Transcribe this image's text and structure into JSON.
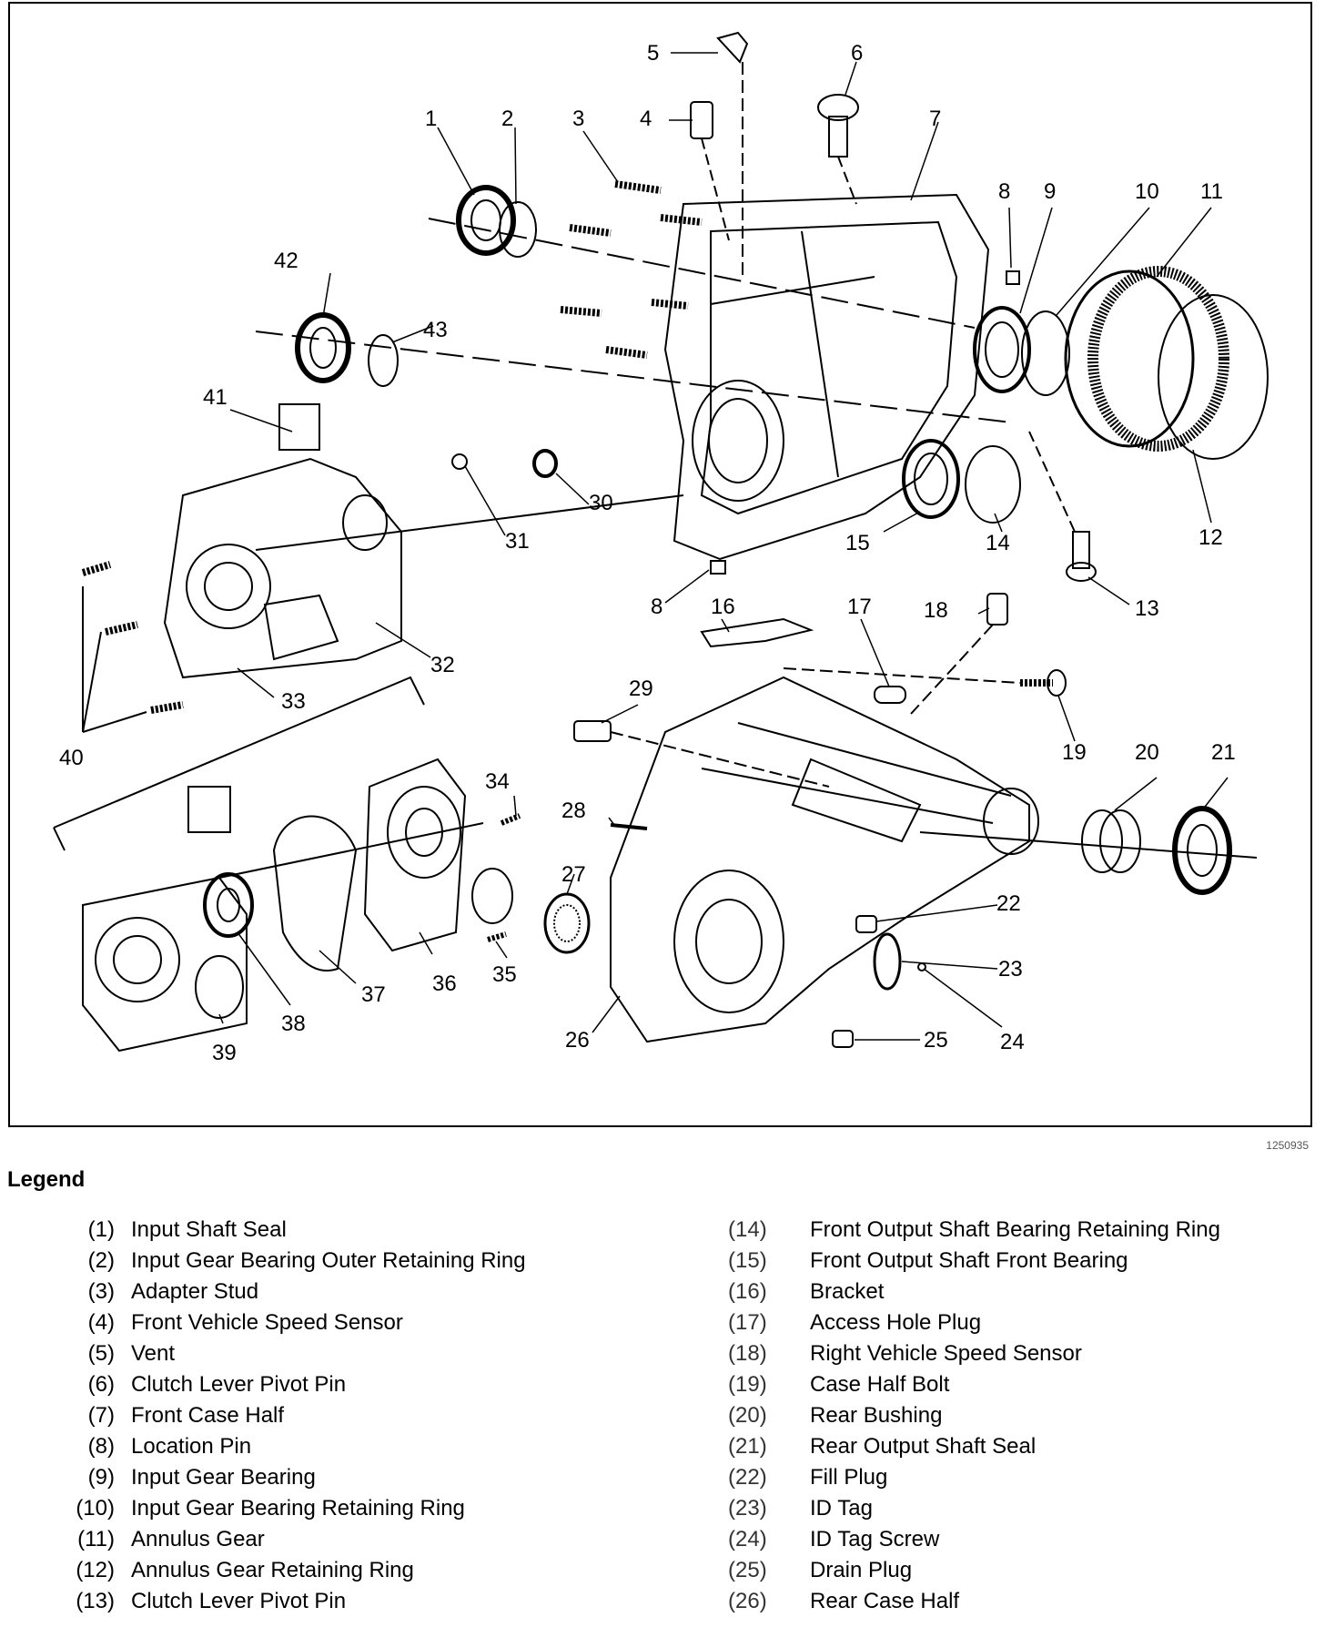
{
  "figure_id": "1250935",
  "legend": {
    "title": "Legend",
    "items": [
      {
        "num": "(1)",
        "text": "Input Shaft Seal"
      },
      {
        "num": "(2)",
        "text": "Input Gear Bearing Outer Retaining Ring"
      },
      {
        "num": "(3)",
        "text": "Adapter Stud"
      },
      {
        "num": "(4)",
        "text": "Front Vehicle Speed Sensor"
      },
      {
        "num": "(5)",
        "text": "Vent"
      },
      {
        "num": "(6)",
        "text": "Clutch Lever Pivot Pin"
      },
      {
        "num": "(7)",
        "text": "Front Case Half"
      },
      {
        "num": "(8)",
        "text": "Location Pin"
      },
      {
        "num": "(9)",
        "text": "Input Gear Bearing"
      },
      {
        "num": "(10)",
        "text": "Input Gear Bearing Retaining Ring"
      },
      {
        "num": "(11)",
        "text": "Annulus Gear"
      },
      {
        "num": "(12)",
        "text": "Annulus Gear Retaining Ring"
      },
      {
        "num": "(13)",
        "text": "Clutch Lever Pivot Pin"
      },
      {
        "num": "(14)",
        "text": "Front Output Shaft Bearing Retaining Ring"
      },
      {
        "num": "(15)",
        "text": "Front Output Shaft Front Bearing"
      },
      {
        "num": "(16)",
        "text": "Bracket"
      },
      {
        "num": "(17)",
        "text": "Access Hole Plug"
      },
      {
        "num": "(18)",
        "text": "Right Vehicle Speed Sensor"
      },
      {
        "num": "(19)",
        "text": "Case Half Bolt"
      },
      {
        "num": "(20)",
        "text": "Rear Bushing"
      },
      {
        "num": "(21)",
        "text": "Rear Output Shaft Seal"
      },
      {
        "num": "(22)",
        "text": "Fill Plug"
      },
      {
        "num": "(23)",
        "text": "ID Tag"
      },
      {
        "num": "(24)",
        "text": "ID Tag Screw"
      },
      {
        "num": "(25)",
        "text": "Drain Plug"
      },
      {
        "num": "(26)",
        "text": "Rear Case Half"
      }
    ]
  },
  "callouts": [
    "1",
    "2",
    "3",
    "4",
    "5",
    "6",
    "7",
    "8",
    "9",
    "10",
    "11",
    "12",
    "13",
    "14",
    "15",
    "16",
    "17",
    "18",
    "19",
    "20",
    "21",
    "22",
    "23",
    "24",
    "25",
    "26",
    "27",
    "28",
    "29",
    "30",
    "31",
    "32",
    "33",
    "34",
    "35",
    "36",
    "37",
    "38",
    "39",
    "40",
    "41",
    "42",
    "43",
    "8"
  ],
  "colors": {
    "line": "#000000",
    "background": "#ffffff"
  }
}
